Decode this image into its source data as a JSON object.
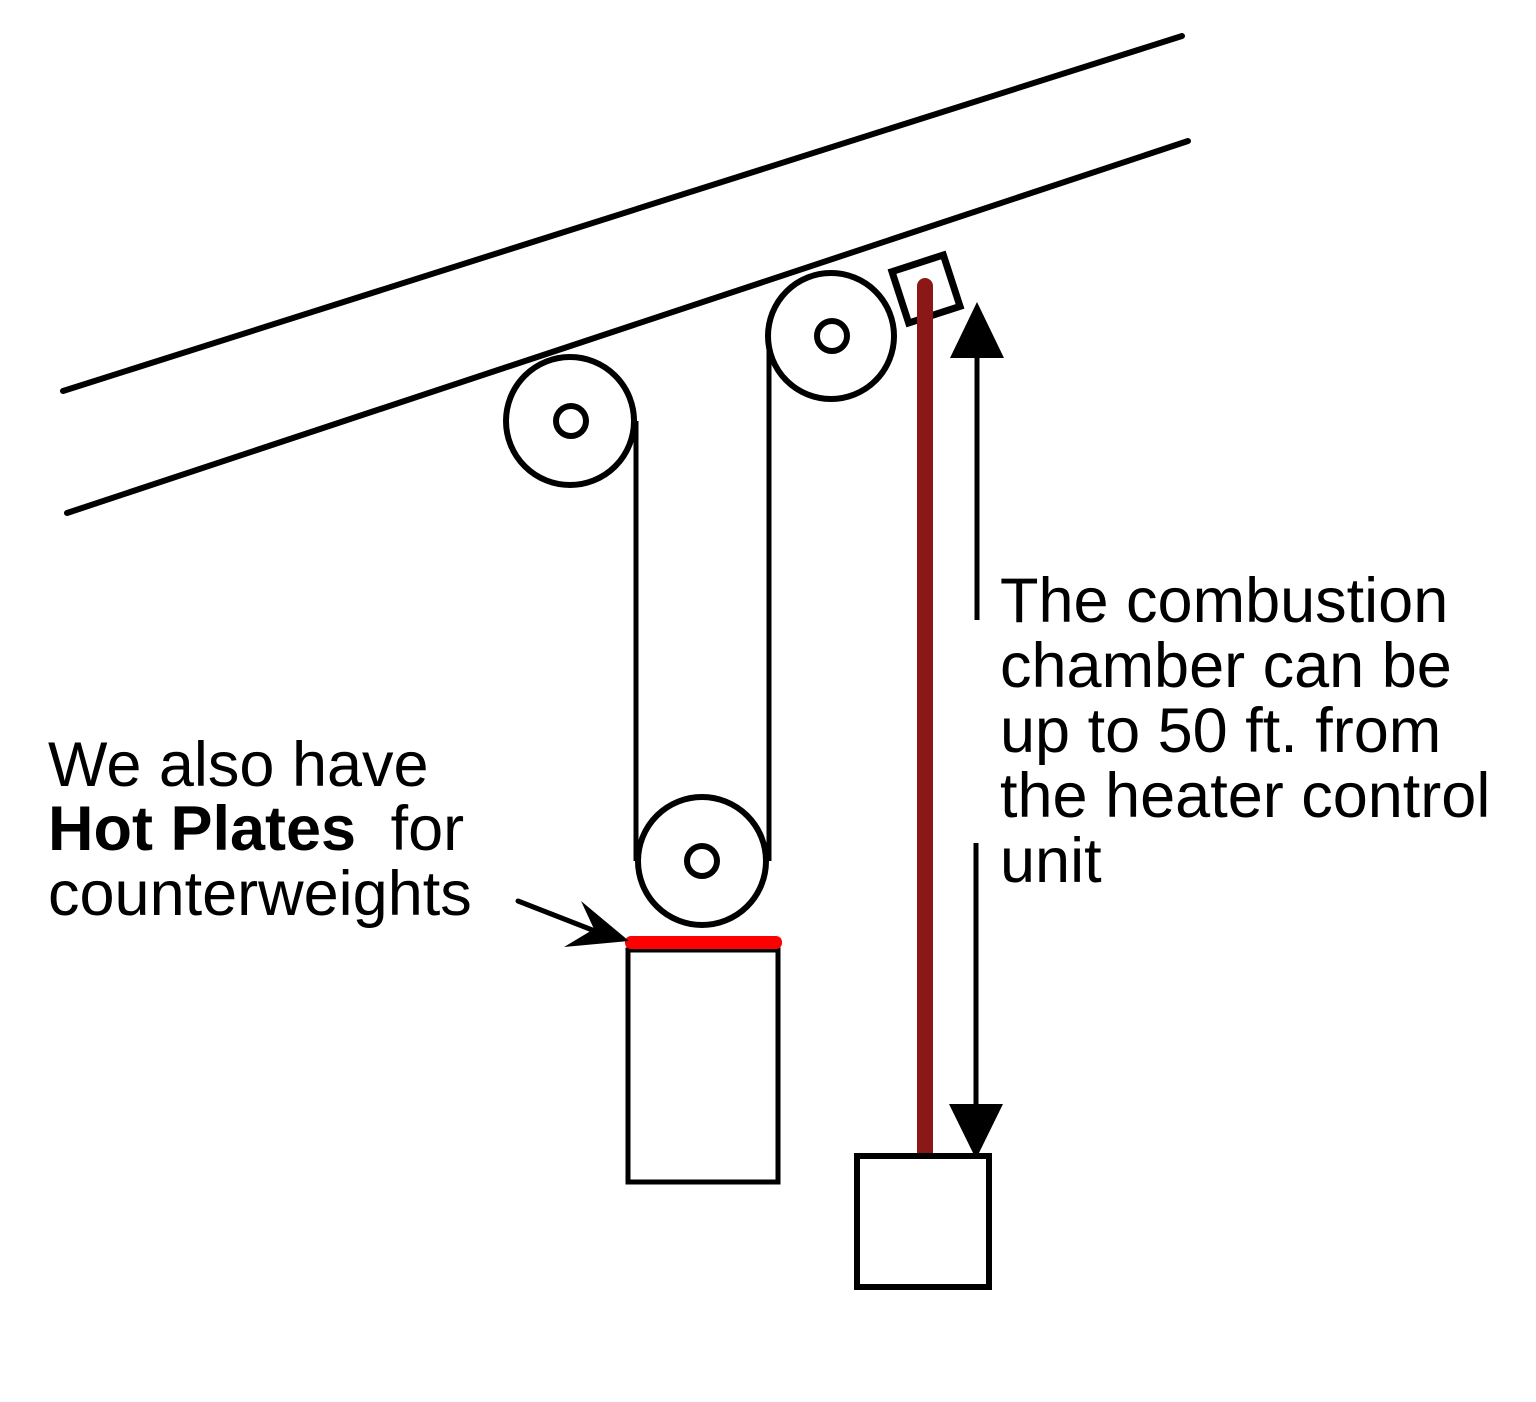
{
  "left_note": {
    "line1": "We also have",
    "line2_bold": "Hot Plates",
    "line2_rest": "for",
    "line3": "counterweights"
  },
  "right_note": {
    "line1": "The combustion",
    "line2": "chamber can be",
    "line3": "up to 50 ft. from",
    "line4": "the heater control",
    "line5": "unit"
  },
  "colors": {
    "hot_plate": "#ff0000",
    "heater_cable": "#8b1717",
    "ink": "#000000"
  }
}
